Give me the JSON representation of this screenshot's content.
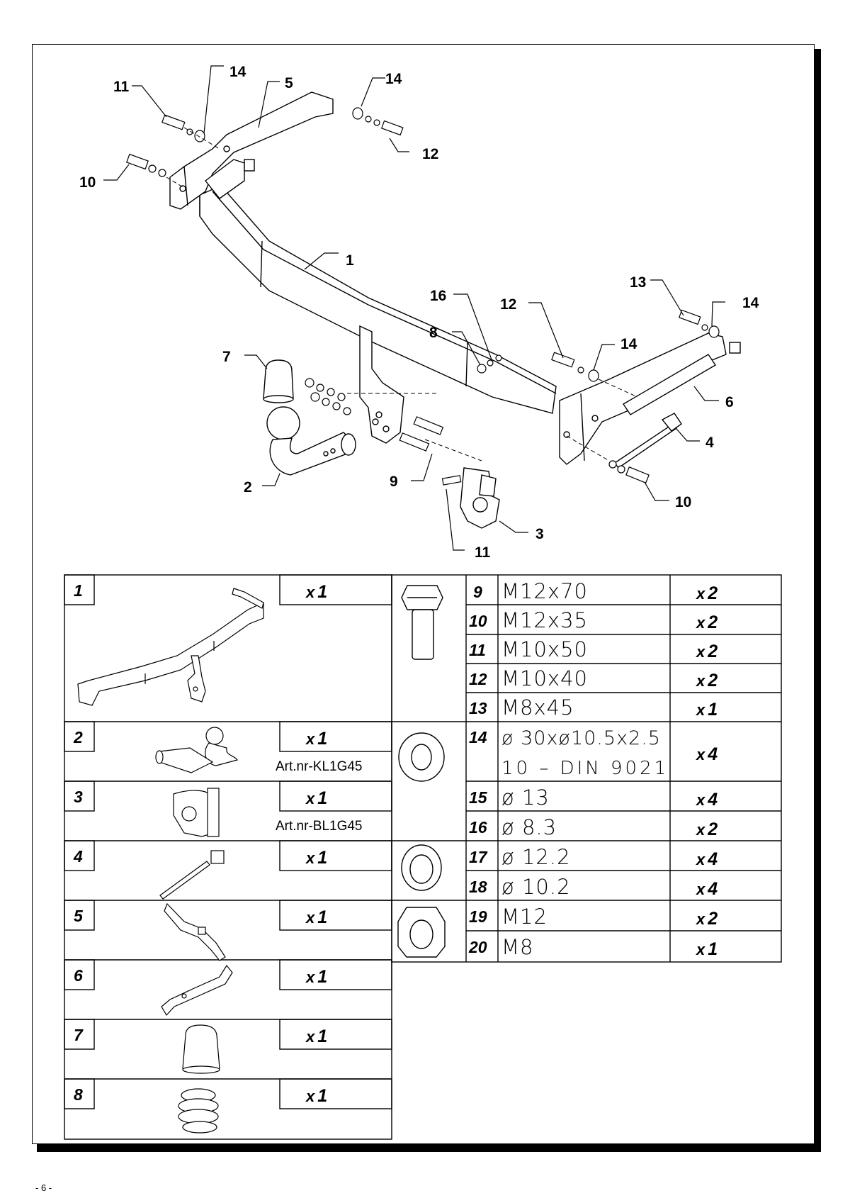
{
  "page_number": "- 6 -",
  "diagram_callouts": [
    "1",
    "2",
    "3",
    "4",
    "5",
    "6",
    "7",
    "8",
    "9",
    "10",
    "10",
    "11",
    "11",
    "12",
    "12",
    "13",
    "14",
    "14",
    "14",
    "14",
    "16"
  ],
  "left_parts": [
    {
      "num": "1",
      "qty": "1",
      "art": ""
    },
    {
      "num": "2",
      "qty": "1",
      "art": "Art.nr-KL1G45"
    },
    {
      "num": "3",
      "qty": "1",
      "art": "Art.nr-BL1G45"
    },
    {
      "num": "4",
      "qty": "1",
      "art": ""
    },
    {
      "num": "5",
      "qty": "1",
      "art": ""
    },
    {
      "num": "6",
      "qty": "1",
      "art": ""
    },
    {
      "num": "7",
      "qty": "1",
      "art": ""
    },
    {
      "num": "8",
      "qty": "1",
      "art": ""
    }
  ],
  "right_parts": [
    {
      "num": "9",
      "spec": "M12x70",
      "qty": "2"
    },
    {
      "num": "10",
      "spec": "M12x35",
      "qty": "2"
    },
    {
      "num": "11",
      "spec": "M10x50",
      "qty": "2"
    },
    {
      "num": "12",
      "spec": "M10x40",
      "qty": "2"
    },
    {
      "num": "13",
      "spec": "M8x45",
      "qty": "1"
    },
    {
      "num": "14",
      "spec": "ø 30xø10.5x2.5",
      "spec_line2": "10 – DIN 9021",
      "qty": "4"
    },
    {
      "num": "15",
      "spec": "ø 13",
      "qty": "4"
    },
    {
      "num": "16",
      "spec": "ø 8.3",
      "qty": "2"
    },
    {
      "num": "17",
      "spec": "ø 12.2",
      "qty": "4"
    },
    {
      "num": "18",
      "spec": "ø 10.2",
      "qty": "4"
    },
    {
      "num": "19",
      "spec": "M12",
      "qty": "2"
    },
    {
      "num": "20",
      "spec": "M8",
      "qty": "1"
    }
  ],
  "qty_prefix": "x"
}
